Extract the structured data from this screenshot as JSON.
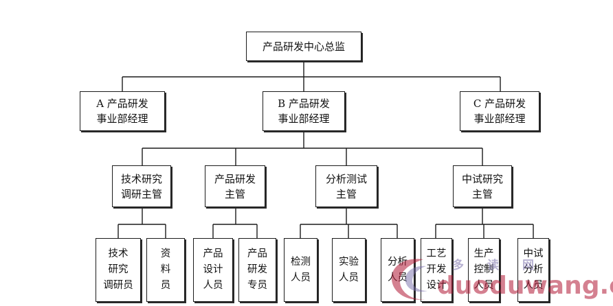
{
  "org_chart": {
    "root": "产品研发中心总监",
    "managers": [
      "A 产品研发\n事业部经理",
      "B 产品研发\n事业部经理",
      "C 产品研发\n事业部经理"
    ],
    "supervisors": [
      "技术研究\n调研主管",
      "产品研发\n主管",
      "分析测试\n主管",
      "中试研究\n主管"
    ],
    "staff": [
      "技术\n研究\n调研员",
      "资\n料\n员",
      "产品\n设计\n人员",
      "产品\n研发\n专员",
      "检测\n人员",
      "实验\n人员",
      "分析\n人员",
      "工艺\n开发\n设计",
      "生产\n控制\n人员",
      "中试\n分析\n人员"
    ]
  },
  "watermark": {
    "site": "duoduwang.com",
    "cjk": "多读网",
    "color": "#b01834"
  }
}
